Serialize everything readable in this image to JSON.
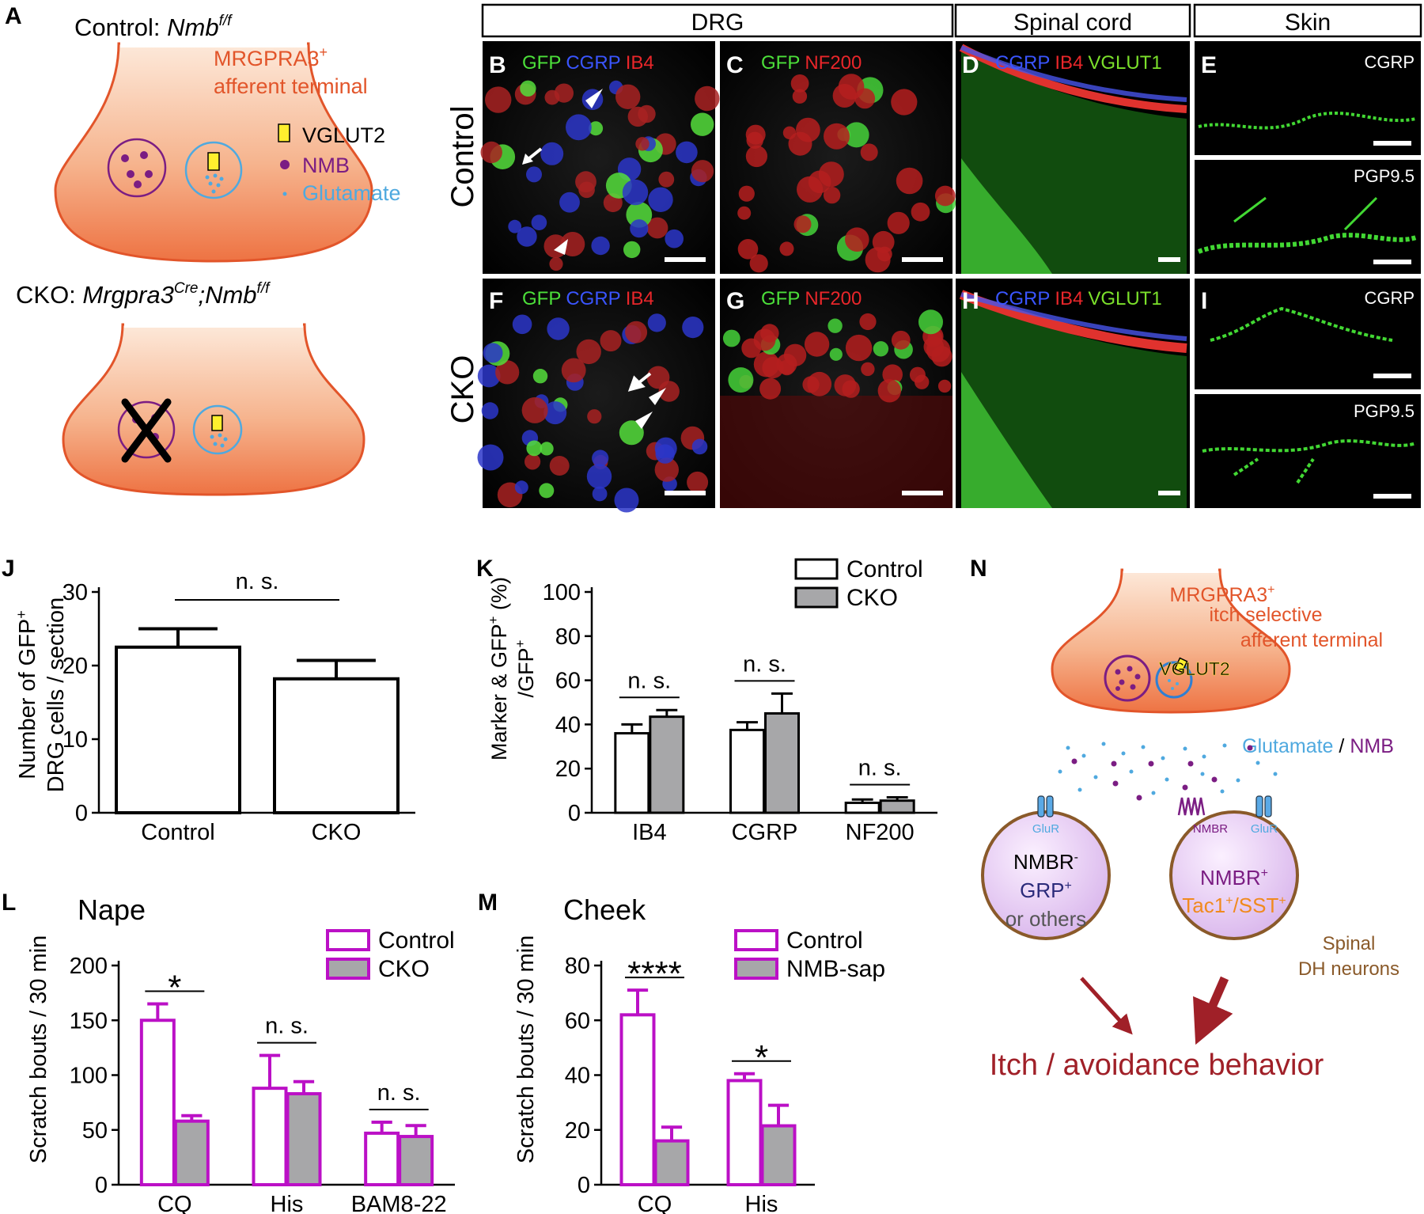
{
  "panel_a": {
    "letter": "A",
    "control_prefix": "Control: ",
    "control_gene": "Nmb",
    "control_sup": "f/f",
    "afferent_line1": "MRGPRA3",
    "afferent_sup": "+",
    "afferent_line2": "afferent terminal",
    "legend_vglut2": "VGLUT2",
    "legend_nmb": "NMB",
    "legend_glutamate": "Glutamate",
    "cko_prefix": "CKO: ",
    "cko_gene1": "Mrgpra3",
    "cko_sup1": "Cre",
    "cko_gene2": ";Nmb",
    "cko_sup2": "f/f"
  },
  "headers": {
    "drg": "DRG",
    "spinal": "Spinal cord",
    "skin": "Skin"
  },
  "row_labels": {
    "control": "Control",
    "cko": "CKO"
  },
  "micrographs": {
    "b": {
      "letter": "B",
      "stains": [
        "GFP",
        "CGRP",
        "IB4"
      ]
    },
    "c": {
      "letter": "C",
      "stains": [
        "GFP",
        "NF200"
      ]
    },
    "d": {
      "letter": "D",
      "stains": [
        "CGRP",
        "IB4",
        "VGLUT1"
      ]
    },
    "e": {
      "letter": "E",
      "top": "CGRP",
      "bottom": "PGP9.5"
    },
    "f": {
      "letter": "F",
      "stains": [
        "GFP",
        "CGRP",
        "IB4"
      ]
    },
    "g": {
      "letter": "G",
      "stains": [
        "GFP",
        "NF200"
      ]
    },
    "h": {
      "letter": "H",
      "stains": [
        "CGRP",
        "IB4",
        "VGLUT1"
      ]
    },
    "i": {
      "letter": "I",
      "top": "CGRP",
      "bottom": "PGP9.5"
    }
  },
  "colors": {
    "gfp": "#4ce03a",
    "cgrp": "#3a55ff",
    "ib4": "#e8262a",
    "nf200": "#e8262a",
    "vglut1": "#7be02b",
    "control_bar": "#ffffff",
    "cko_bar": "#a7a7a9",
    "magenta": "#bb10c6",
    "terminal": "#f07a4c",
    "nmb_dot": "#7b1d83",
    "glut_dot": "#4fa9df",
    "dark_red": "#a02028"
  },
  "chart_data": [
    {
      "panel": "J",
      "type": "bar",
      "ylabel_lines": [
        "Number of GFP",
        "DRG cells / section"
      ],
      "ylabel_sup": "+",
      "categories": [
        "Control",
        "CKO"
      ],
      "values": [
        22.5,
        18.2
      ],
      "errors": [
        2.5,
        2.5
      ],
      "ylim": [
        0,
        30
      ],
      "yticks": [
        0,
        10,
        20,
        30
      ],
      "annotations": [
        {
          "text": "n. s.",
          "between": [
            0,
            1
          ]
        }
      ]
    },
    {
      "panel": "K",
      "type": "bar",
      "ylabel_lines": [
        "Marker & GFP",
        "/GFP",
        " (%)"
      ],
      "ylabel_sup": "+",
      "categories": [
        "IB4",
        "CGRP",
        "NF200"
      ],
      "series": [
        {
          "name": "Control",
          "values": [
            36,
            37.5,
            4.5
          ],
          "errors": [
            4,
            3.5,
            1.5
          ]
        },
        {
          "name": "CKO",
          "values": [
            43.5,
            45,
            5.5
          ],
          "errors": [
            3,
            9,
            1.5
          ]
        }
      ],
      "ylim": [
        0,
        100
      ],
      "yticks": [
        0,
        20,
        40,
        60,
        80,
        100
      ],
      "legend": "top-right",
      "annotations": [
        "n. s.",
        "n. s.",
        "n. s."
      ]
    },
    {
      "panel": "L",
      "type": "bar",
      "title": "Nape",
      "ylabel": "Scratch bouts / 30 min",
      "categories": [
        "CQ",
        "His",
        "BAM8-22"
      ],
      "series": [
        {
          "name": "Control",
          "values": [
            150,
            88,
            47
          ],
          "errors": [
            15,
            30,
            10
          ]
        },
        {
          "name": "CKO",
          "values": [
            58,
            83,
            44
          ],
          "errors": [
            5,
            11,
            10
          ]
        }
      ],
      "ylim": [
        0,
        200
      ],
      "yticks": [
        0,
        50,
        100,
        150,
        200
      ],
      "legend": "top-right",
      "annotations": [
        "*",
        "n. s.",
        "n. s."
      ]
    },
    {
      "panel": "M",
      "type": "bar",
      "title": "Cheek",
      "ylabel": "Scratch bouts / 30 min",
      "categories": [
        "CQ",
        "His"
      ],
      "series": [
        {
          "name": "Control",
          "values": [
            62,
            38
          ],
          "errors": [
            9,
            2.5
          ]
        },
        {
          "name": "NMB-sap",
          "values": [
            16,
            21.5
          ],
          "errors": [
            5,
            7.5
          ]
        }
      ],
      "ylim": [
        0,
        80
      ],
      "yticks": [
        0,
        20,
        40,
        60,
        80
      ],
      "legend": "top-right",
      "annotations": [
        "****",
        "*"
      ]
    }
  ],
  "panel_n": {
    "letter": "N",
    "afferent_lines": [
      "MRGPRA3",
      "itch selective",
      "afferent terminal"
    ],
    "afferent_sup": "+",
    "vglut2": "VGLUT2",
    "glut_label": "Glutamate",
    "slash": " / ",
    "nmb_label": "NMB",
    "left_receptor": "GluR",
    "right_receptor_nmbr": "NMBR",
    "right_receptor_glur": "GluR",
    "left_l1": "NMBR",
    "left_l1_sup": "-",
    "left_l2": "GRP",
    "left_l2_sup": "+",
    "left_l3": "or others",
    "right_l1": "NMBR",
    "right_l1_sup": "+",
    "right_l2a": "Tac1",
    "right_l2a_sup": "+",
    "right_l2b": "/SST",
    "right_l2b_sup": "+",
    "spinal_lines": [
      "Spinal",
      "DH neurons"
    ],
    "behavior": "Itch / avoidance behavior"
  }
}
